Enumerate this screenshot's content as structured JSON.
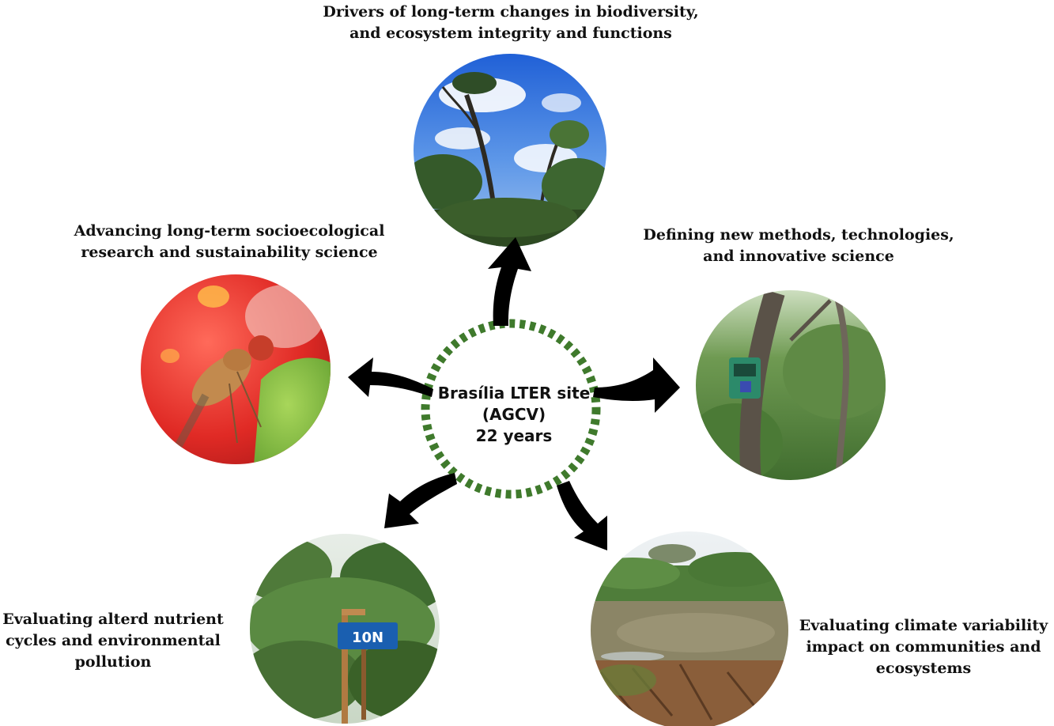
{
  "center": {
    "lines": [
      "Brasília LTER site",
      "(AGCV)",
      "22 years"
    ]
  },
  "themes": {
    "top": {
      "lines": [
        "Drivers of long-term changes in biodiversity,",
        "and ecosystem integrity and functions"
      ],
      "photo": "cerrado-trees-sky-photo"
    },
    "left": {
      "lines": [
        "Advancing long-term socioecological",
        "research and sustainability science"
      ],
      "photo": "fruit-fly-on-fruit-photo"
    },
    "right": {
      "lines": [
        "Defining new methods, technologies,",
        "and innovative science"
      ],
      "photo": "sensor-device-on-tree-photo"
    },
    "bottom_left": {
      "lines": [
        "Evaluating alterd nutrient",
        "cycles and environmental",
        "pollution"
      ],
      "photo": "plot-marker-in-vegetation-photo",
      "sign_text": "10N"
    },
    "bottom_right": {
      "lines": [
        "Evaluating climate variability",
        "impact on communities and",
        "ecosystems"
      ],
      "photo": "wetland-pond-photo"
    }
  },
  "colors": {
    "center_dots": "#3f7a2c",
    "arrows": "#000000",
    "text": "#111111"
  }
}
